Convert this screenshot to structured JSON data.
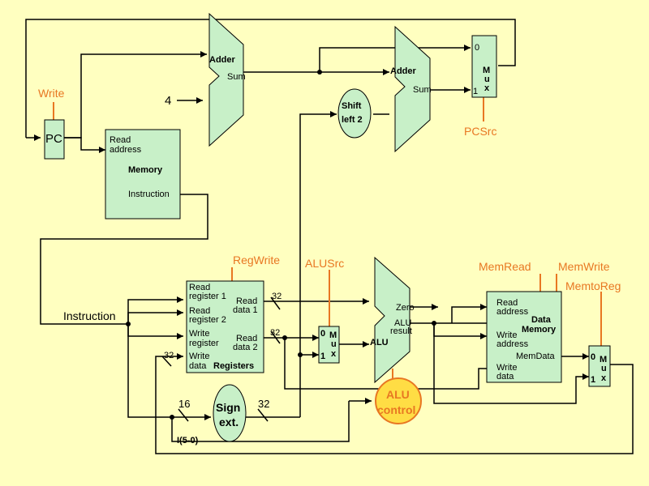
{
  "colors": {
    "background": "#ffffc0",
    "block": "#c8f0c8",
    "control": "#e87722",
    "alu_control_fill": "#ffdd44"
  },
  "pc": {
    "label": "PC",
    "control": "Write"
  },
  "adder1": {
    "title": "Adder",
    "output": "Sum",
    "constant": "4"
  },
  "adder2": {
    "title": "Adder",
    "output": "Sum"
  },
  "instr_memory": {
    "in": [
      "Read",
      "address"
    ],
    "title": "Memory",
    "out": "Instruction"
  },
  "shift": {
    "line1": "Shift",
    "line2": "left 2"
  },
  "pc_mux": {
    "in0": "0",
    "in1": "1",
    "letters": [
      "M",
      "u",
      "x"
    ],
    "control": "PCSrc"
  },
  "registers": {
    "title": "Registers",
    "read1": [
      "Read",
      "register 1"
    ],
    "read2": [
      "Read",
      "register 2"
    ],
    "write_reg": [
      "Write",
      "register"
    ],
    "write_data": [
      "Write",
      "data"
    ],
    "data1": [
      "Read",
      "data 1"
    ],
    "data2": [
      "Read",
      "data 2"
    ],
    "control": "RegWrite"
  },
  "instruction_label": "Instruction",
  "alu_mux": {
    "in0": "0",
    "in1": "1",
    "letters": [
      "M",
      "u",
      "x"
    ],
    "control": "ALUSrc"
  },
  "alu": {
    "label": "ALU",
    "zero": "Zero",
    "result": [
      "ALU",
      "result"
    ]
  },
  "alu_control": {
    "line1": "ALU",
    "line2": "control"
  },
  "data_memory": {
    "address": [
      "Read",
      "address"
    ],
    "title": [
      "Data",
      "Memory"
    ],
    "write_address": [
      "Write",
      "address"
    ],
    "write_data": [
      "Write",
      "data"
    ],
    "out": "MemData",
    "read_control": "MemRead",
    "write_control": "MemWrite"
  },
  "wb_mux": {
    "in0": "0",
    "in1": "1",
    "letters": [
      "M",
      "u",
      "x"
    ],
    "control": "MemtoReg"
  },
  "sign_ext": {
    "line1": "Sign",
    "line2": "ext.",
    "in_width": "16",
    "out_width": "32",
    "funct": "I(5-0)"
  },
  "bus_widths": {
    "data1": "32",
    "data2": "32",
    "write": "32"
  }
}
